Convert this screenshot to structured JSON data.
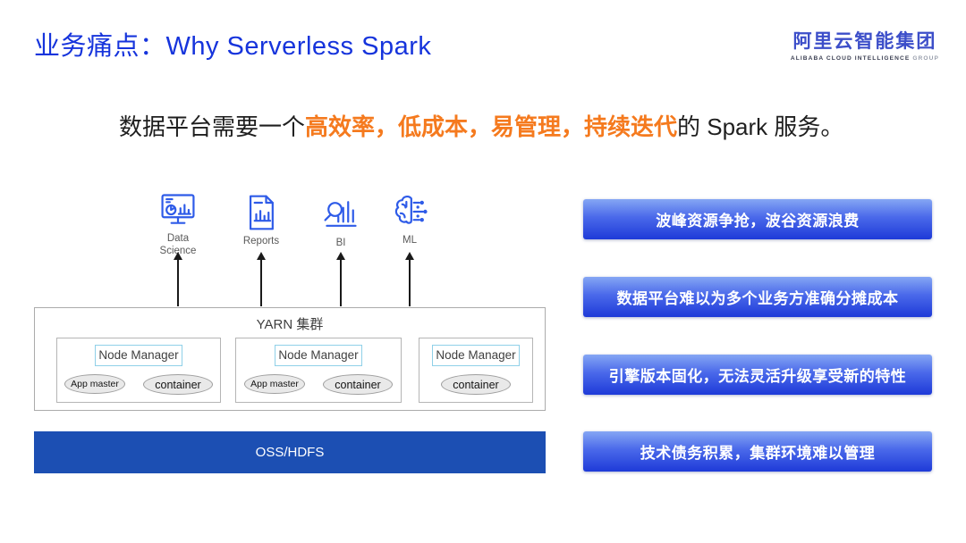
{
  "header": {
    "title": "业务痛点：Why Serverless Spark",
    "logo": {
      "name": "阿里云智能集团",
      "subtext_main": "ALIBABA CLOUD INTELLIGENCE",
      "subtext_light": "GROUP"
    }
  },
  "subtitle": {
    "prefix": "数据平台需要一个",
    "highlight": "高效率，低成本，易管理，持续迭代",
    "suffix": "的 Spark 服务。"
  },
  "diagram": {
    "workloads": [
      {
        "icon": "data-science-icon",
        "label": "Data Science"
      },
      {
        "icon": "reports-icon",
        "label": "Reports"
      },
      {
        "icon": "bi-icon",
        "label": "BI"
      },
      {
        "icon": "ml-icon",
        "label": "ML"
      }
    ],
    "cluster": {
      "title": "YARN 集群",
      "nodes": [
        {
          "manager": "Node Manager",
          "processes": [
            "App master",
            "container"
          ]
        },
        {
          "manager": "Node Manager",
          "processes": [
            "App master",
            "container"
          ]
        },
        {
          "manager": "Node Manager",
          "processes": [
            "container"
          ]
        }
      ]
    },
    "storage": "OSS/HDFS"
  },
  "pain_points": [
    "波峰资源争抢，波谷资源浪费",
    "数据平台难以为多个业务方准确分摊成本",
    "引擎版本固化，无法灵活升级享受新的特性",
    "技术债务积累，集群环境难以管理"
  ],
  "colors": {
    "title_blue": "#1634dc",
    "logo_blue": "#3c4ec9",
    "highlight_orange": "#f57a1e",
    "icon_blue": "#2e5be8",
    "storage_bar_blue": "#1c4fb3",
    "banner_gradient_top": "#85a6f4",
    "banner_gradient_bottom": "#1e3ad8",
    "node_manager_border": "#8fd0e8",
    "ellipse_fill": "#e9e9e9"
  }
}
